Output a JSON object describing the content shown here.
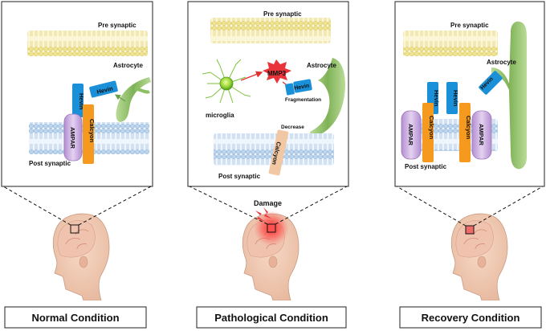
{
  "panels": [
    {
      "condition": "Normal Condition",
      "pre": "Pre synaptic",
      "post": "Post synaptic",
      "astrocyte": "Astrocyte",
      "hevin_top": "Hevin",
      "hevin_side": "Hevin",
      "ampar": "AMPAR",
      "calcyon": "Calcyon"
    },
    {
      "condition": "Pathological Condition",
      "pre": "Pre synaptic",
      "post": "Post synaptic",
      "astrocyte": "Astrocyte",
      "mmp3": "MMP3",
      "hevin": "Hevin",
      "fragmentation": "Fragmentation",
      "microglia": "microglia",
      "decrease": "Decrease",
      "calcyon": "Calcyon",
      "damage": "Damage"
    },
    {
      "condition": "Recovery Condition",
      "pre": "Pre synaptic",
      "post": "Post synaptic",
      "astrocyte": "Astrocyte",
      "hevin_a": "Hevin",
      "hevin_b": "Hevin",
      "hevin_side": "Hevin",
      "ampar_left": "AMPAR",
      "calcyon_left": "Calcyon",
      "calcyon_right": "Calcyon",
      "ampar_right": "AMPAR"
    }
  ],
  "colors": {
    "pre_membrane": "#f1e6a0",
    "post_membrane": "#c9dcf0",
    "astrocyte": "#8bbf5f",
    "hevin": "#1a90d8",
    "ampar": "#c7a6de",
    "calcyon": "#f59a1e",
    "calcyon_faded": "#f2c8a4",
    "mmp3": "#e8343a",
    "damage_glow": "#ff2b2b",
    "microglia": "#8fd43a"
  }
}
